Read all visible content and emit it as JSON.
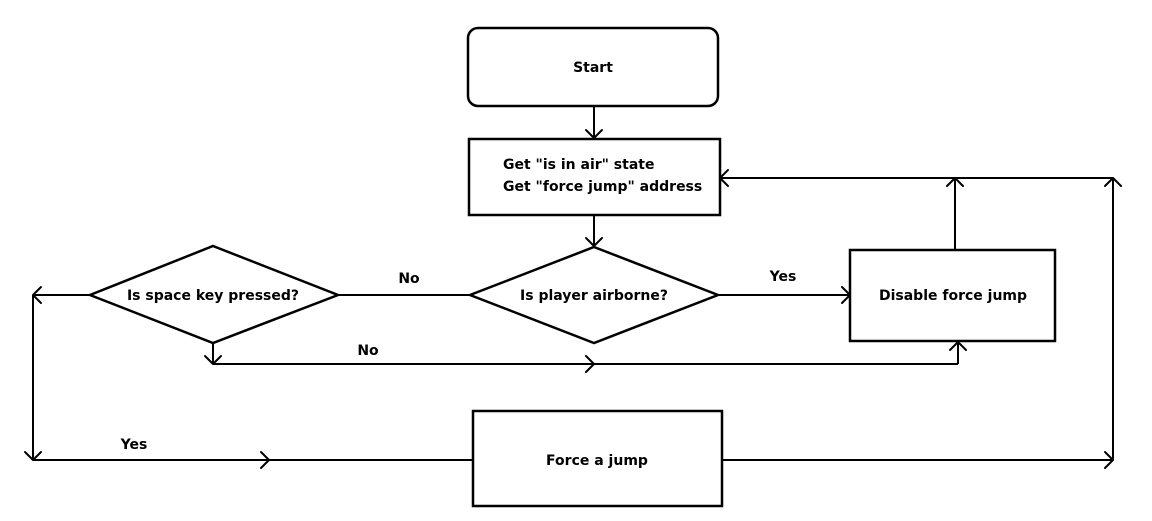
{
  "nodes": {
    "start": "Start",
    "get_state_line1": "Get \"is in air\" state",
    "get_state_line2": "Get \"force jump\" address",
    "space_pressed": "Is space key pressed?",
    "player_airborne": "Is player airborne?",
    "disable_force_jump": "Disable force jump",
    "force_jump": "Force a jump"
  },
  "edges": {
    "airborne_no": "No",
    "airborne_yes": "Yes",
    "space_no": "No",
    "space_yes": "Yes"
  }
}
